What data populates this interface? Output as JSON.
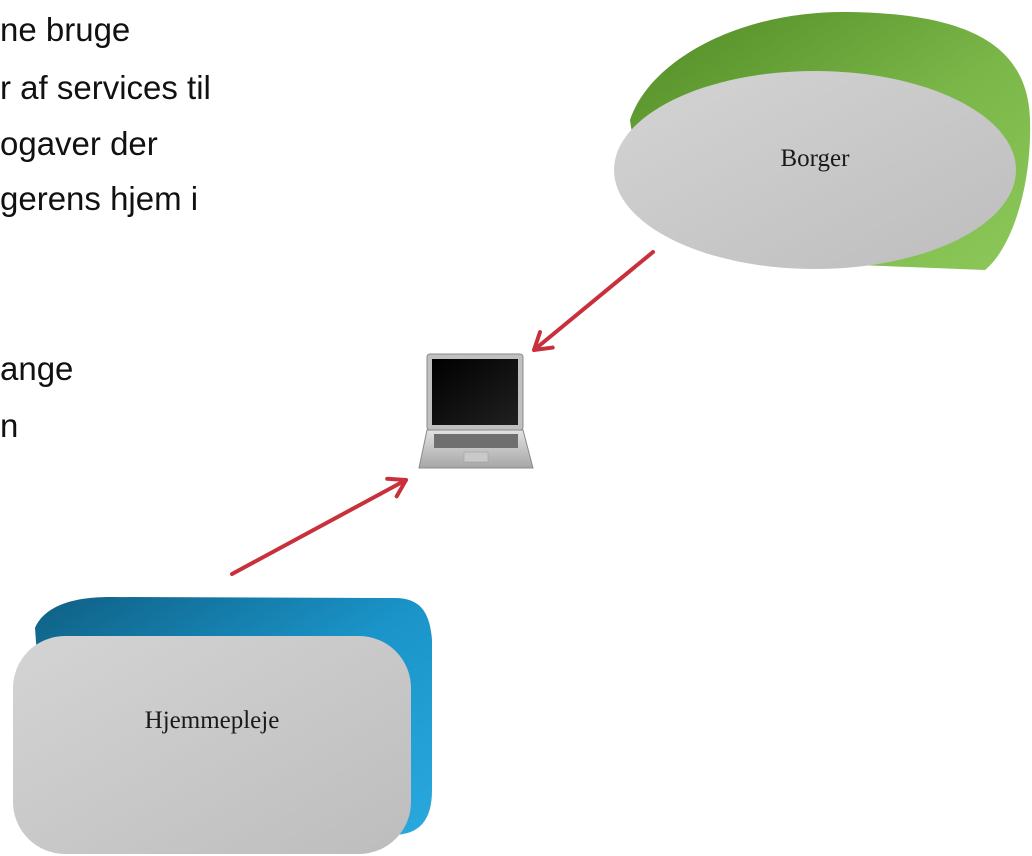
{
  "text_lines": [
    "ne bruge",
    "r af services til",
    "ogaver der",
    "gerens hjem i",
    "ange",
    "n"
  ],
  "nodes": {
    "borger": {
      "label": "Borger"
    },
    "hjemmepleje": {
      "label": "Hjemmepleje"
    }
  },
  "colors": {
    "borger_shell": "#7ab648",
    "hjemmepleje_shell": "#1a94c9",
    "node_face": "#c8c8c8",
    "arrow": "#c8313c"
  },
  "icons": {
    "device": "laptop-icon"
  }
}
